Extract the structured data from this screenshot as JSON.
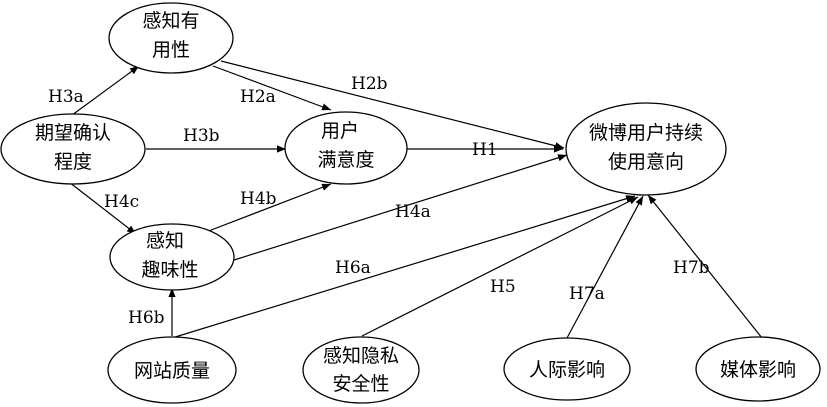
{
  "nodes": {
    "perceived_usefulness": {
      "lines": [
        "感知有",
        "用性"
      ]
    },
    "expectation_confirmation": {
      "lines": [
        "期望确认",
        "程度"
      ]
    },
    "satisfaction": {
      "lines": [
        "用户",
        "满意度"
      ]
    },
    "continuance_intention": {
      "lines": [
        "微博用户持续",
        "使用意向"
      ]
    },
    "perceived_enjoyment": {
      "lines": [
        "感知",
        "趣味性"
      ]
    },
    "website_quality": {
      "lines": [
        "网站质量"
      ]
    },
    "privacy_security": {
      "lines": [
        "感知隐私",
        "安全性"
      ]
    },
    "interpersonal_influence": {
      "lines": [
        "人际影响"
      ]
    },
    "media_influence": {
      "lines": [
        "媒体影响"
      ]
    }
  },
  "edges": {
    "H1": "H1",
    "H2a": "H2a",
    "H2b": "H2b",
    "H3a": "H3a",
    "H3b": "H3b",
    "H4a": "H4a",
    "H4b": "H4b",
    "H4c": "H4c",
    "H5": "H5",
    "H6a": "H6a",
    "H6b": "H6b",
    "H7a": "H7a",
    "H7b": "H7b"
  }
}
